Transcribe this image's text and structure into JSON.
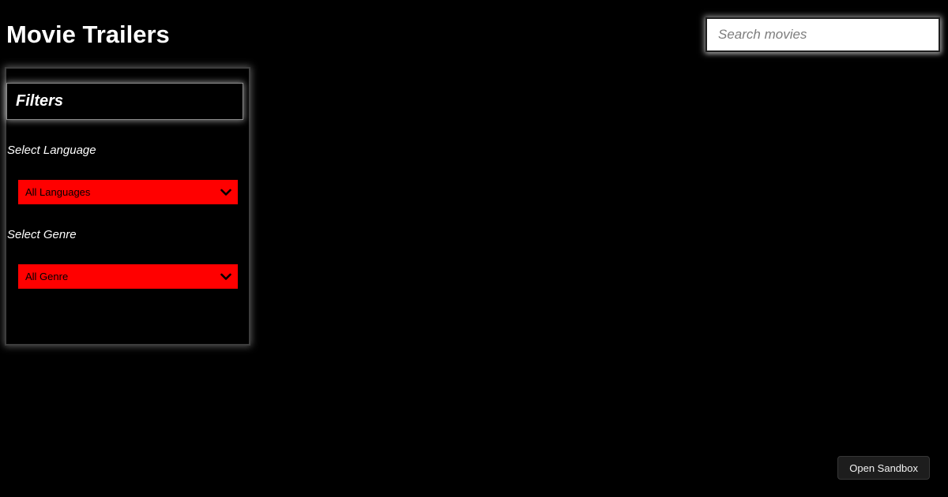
{
  "app": {
    "title": "Movie Trailers"
  },
  "search": {
    "placeholder": "Search movies"
  },
  "filters": {
    "heading": "Filters",
    "language_label": "Select Language",
    "language_selected": "All Languages",
    "genre_label": "Select Genre",
    "genre_selected": "All Genre"
  },
  "overlay": {
    "open_sandbox_label": "Open Sandbox"
  },
  "colors": {
    "background": "#000000",
    "accent_red": "#ff0000",
    "title_text": "#ffffff",
    "select_text": "#000000",
    "search_placeholder_text": "#7d7d7d",
    "panel_border": "#3d3d3d",
    "heading_border": "#8a8a8a",
    "sandbox_button_bg": "#1d1d1d",
    "sandbox_button_text": "#f1f1f1"
  }
}
